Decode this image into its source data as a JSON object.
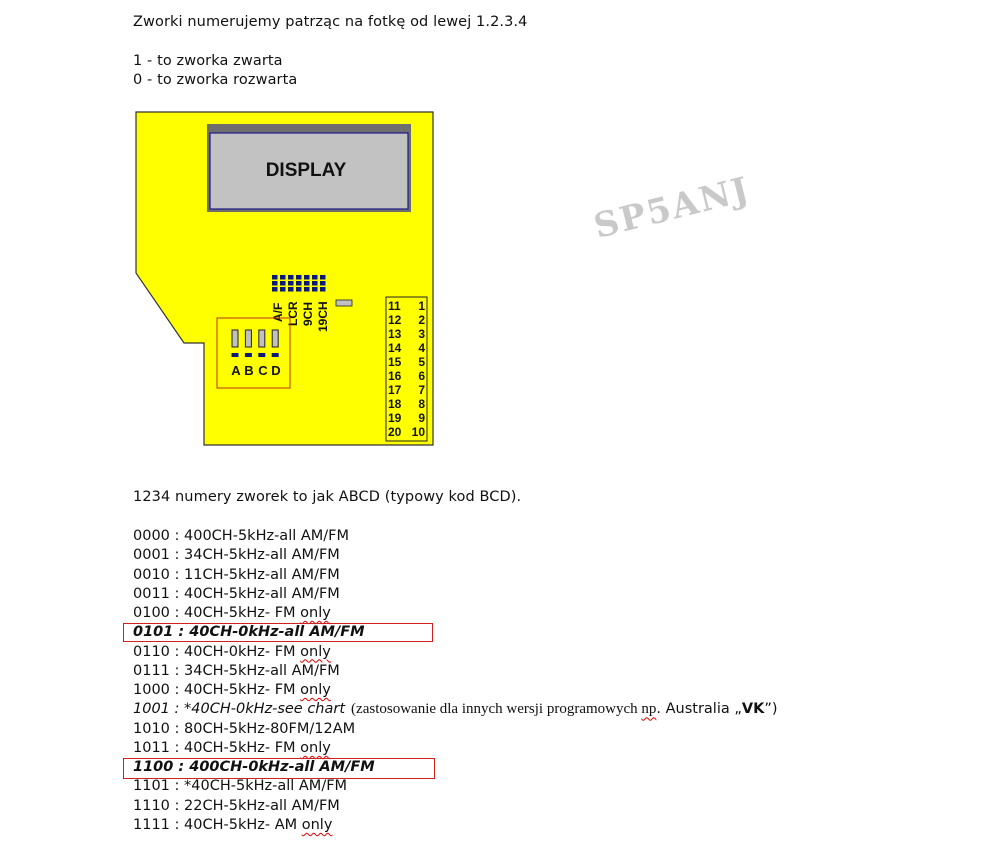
{
  "intro": {
    "line1": "Zworki numerujemy patrząc na fotkę od lewej 1.2.3.4",
    "line2": "1 - to zworka zwarta",
    "line3": "0 - to zworka rozwarta"
  },
  "diagram": {
    "display_label": "DISPLAY",
    "pin_labels": [
      "A/F",
      "LCR",
      "9CH",
      "19CH"
    ],
    "jumper_labels": [
      "A",
      "B",
      "C",
      "D"
    ],
    "channel_left": [
      "11",
      "12",
      "13",
      "14",
      "15",
      "16",
      "17",
      "18",
      "19",
      "20"
    ],
    "channel_right": [
      "1",
      "2",
      "3",
      "4",
      "5",
      "6",
      "7",
      "8",
      "9",
      "10"
    ],
    "colors": {
      "board": "#ffff00",
      "display": "#c0c0c0",
      "pins": "#0a1a7a",
      "highlight": "#d02020"
    }
  },
  "watermark": "SP5ANJ",
  "bcd_note": "1234 numery zworek to jak ABCD (typowy kod BCD).",
  "rows": [
    {
      "main": "0000 : 400CH-5kHz-all AM/FM",
      "flag": ""
    },
    {
      "main": "0001 : 34CH-5kHz-all AM/FM",
      "flag": ""
    },
    {
      "main": "0010 : 11CH-5kHz-all AM/FM",
      "flag": ""
    },
    {
      "main": "0011 : 40CH-5kHz-all AM/FM",
      "flag": ""
    },
    {
      "main": "0100 : 40CH-5kHz- FM",
      "flag": "only"
    },
    {
      "main": "0101 : 40CH-0kHz-all AM/FM",
      "flag": ""
    },
    {
      "main": "0110 : 40CH-0kHz- FM",
      "flag": "only"
    },
    {
      "main": "0111 : 34CH-5kHz-all AM/FM",
      "flag": ""
    },
    {
      "main": "1000 : 40CH-5kHz- FM",
      "flag": "only"
    },
    {
      "main": "1001 : *40CH-0kHz-see chart",
      "flag": ""
    },
    {
      "main": "1010 : 80CH-5kHz-80FM/12AM",
      "flag": ""
    },
    {
      "main": "1011 : 40CH-5kHz- FM",
      "flag": "only"
    },
    {
      "main": "1100 : 400CH-0kHz-all AM/FM",
      "flag": ""
    },
    {
      "main": "1101 : *40CH-5kHz-all AM/FM",
      "flag": ""
    },
    {
      "main": "1110 : 22CH-5kHz-all AM/FM",
      "flag": ""
    },
    {
      "main": "1111 : 40CH-5kHz- AM",
      "flag": "only"
    }
  ],
  "note_1001": {
    "pre": "(zastosowanie dla innych wersji programowych ",
    "np": "np",
    "mid": ". Australia „",
    "vk": "VK",
    "end": "”)"
  }
}
